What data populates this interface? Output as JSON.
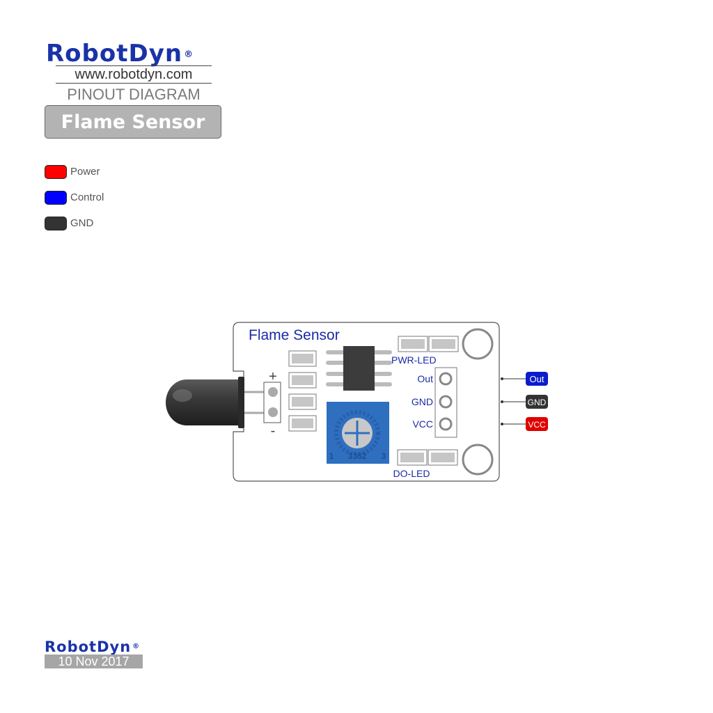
{
  "header": {
    "brand": "RobotDyn",
    "registered_mark": "®",
    "website": "www.robotdyn.com",
    "subtitle": "PINOUT DIAGRAM",
    "title": "Flame Sensor"
  },
  "legend": [
    {
      "label": "Power",
      "color": "#ff0000"
    },
    {
      "label": "Control",
      "color": "#0000ff"
    },
    {
      "label": "GND",
      "color": "#333333"
    }
  ],
  "board": {
    "title": "Flame Sensor",
    "pwr_led_label": "PWR-LED",
    "do_led_label": "DO-LED",
    "plus_sign": "+",
    "minus_sign": "-",
    "pot_marking": "3362",
    "pot_pin1": "1",
    "pot_pin3": "3",
    "header_pins": [
      {
        "label": "Out"
      },
      {
        "label": "GND"
      },
      {
        "label": "VCC"
      }
    ]
  },
  "pin_tags": [
    {
      "label": "Out",
      "color": "#0a1ccc"
    },
    {
      "label": "GND",
      "color": "#333333"
    },
    {
      "label": "VCC",
      "color": "#e00000"
    }
  ],
  "footer": {
    "brand": "RobotDyn",
    "registered_mark": "®",
    "date": "10 Nov 2017"
  }
}
